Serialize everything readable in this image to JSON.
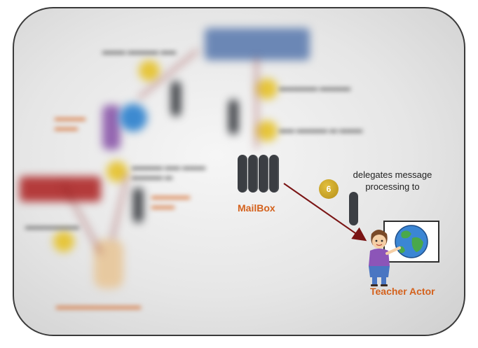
{
  "diagram": {
    "mailbox_label": "MailBox",
    "step_number": "6",
    "delegation_line1": "delegates message",
    "delegation_line2": "processing to",
    "teacher_label": "Teacher Actor"
  },
  "colors": {
    "accent_orange": "#d4611c",
    "arrow": "#7a1414",
    "step_badge": "#c9a225",
    "mailbox": "#3b3e43"
  }
}
